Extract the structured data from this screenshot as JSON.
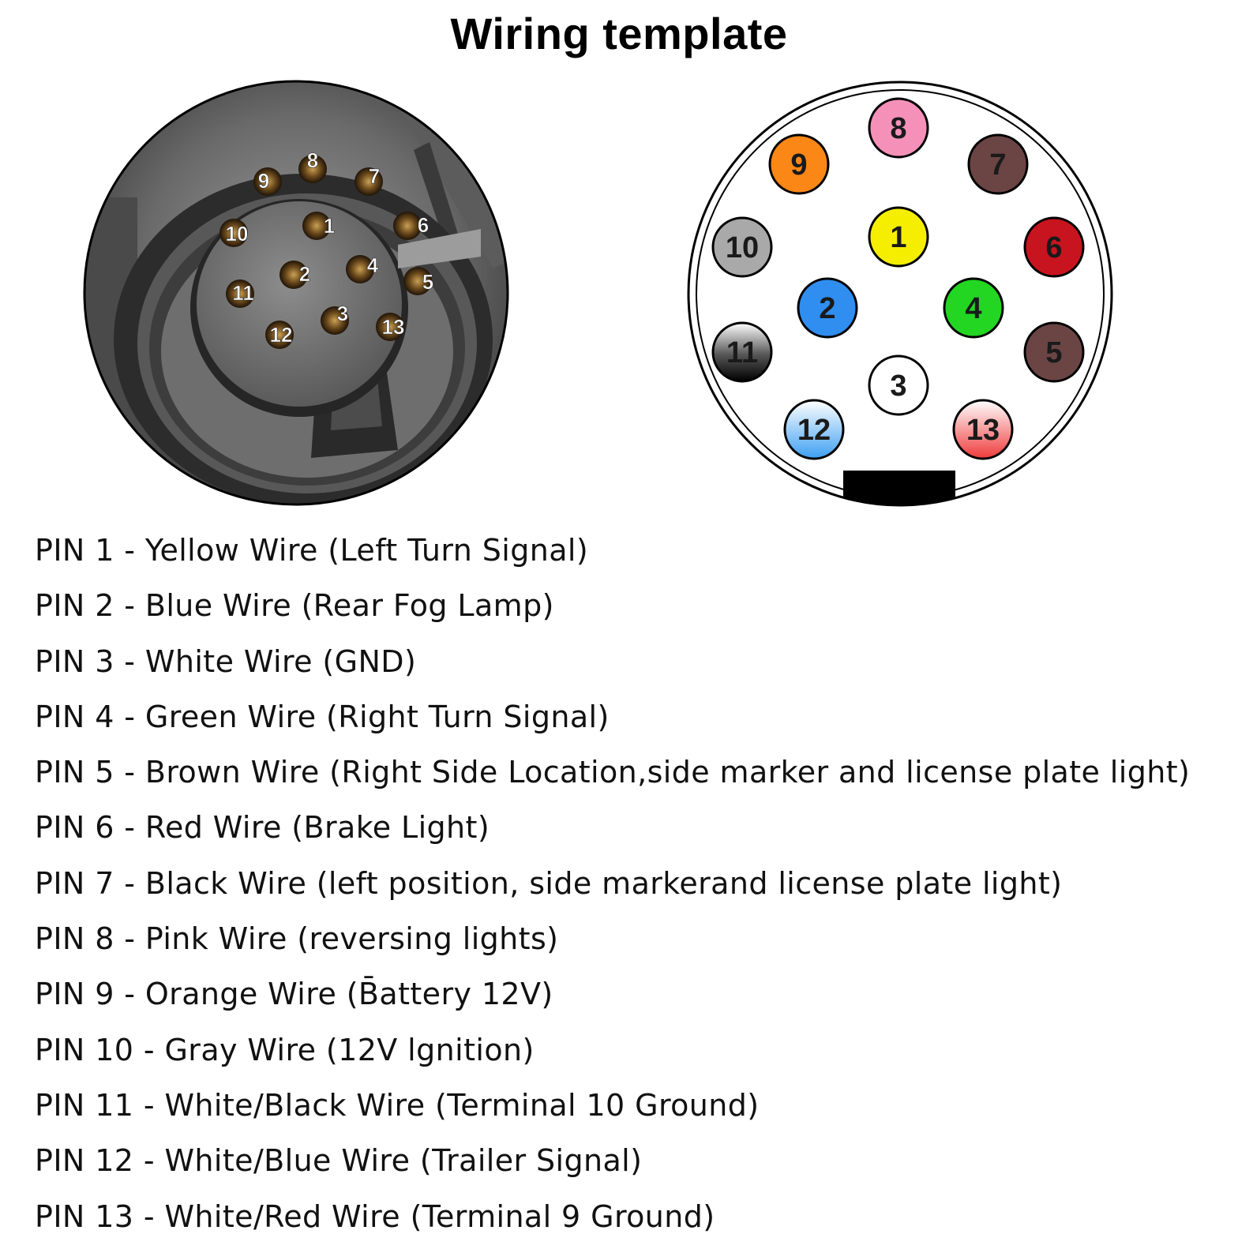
{
  "title": "Wiring template",
  "photo_labels": [
    "1",
    "2",
    "3",
    "4",
    "5",
    "6",
    "7",
    "8",
    "9",
    "10",
    "11",
    "12",
    "13"
  ],
  "pins": [
    {
      "num": "1",
      "color": "#f5ee00",
      "text": "PIN 1 - Yellow Wire (Left Turn Signal)"
    },
    {
      "num": "2",
      "color": "#2f8ef0",
      "text": "PIN 2 - Blue Wire (Rear Fog Lamp)"
    },
    {
      "num": "3",
      "color": "#ffffff",
      "text": "PIN 3 - White Wire (GND)"
    },
    {
      "num": "4",
      "color": "#22d622",
      "text": "PIN 4 - Green Wire (Right Turn Signal)"
    },
    {
      "num": "5",
      "color": "#6b4444",
      "text": "PIN 5 - Brown Wire (Right Side Location,side marker and license plate light)"
    },
    {
      "num": "6",
      "color": "#c8141e",
      "text": "PIN 6 - Red Wire (Brake Light)"
    },
    {
      "num": "7",
      "color": "#6b4444",
      "text": "PIN 7 - Black Wire (left position, side markerand license plate light)"
    },
    {
      "num": "8",
      "color": "#f591b8",
      "text": "PIN 8 - Pink Wire (reversing lights)"
    },
    {
      "num": "9",
      "color": "#fb8716",
      "text": "PIN 9 - Orange Wire (B̄attery 12V)"
    },
    {
      "num": "10",
      "color": "#a9a9a9",
      "text": "PIN 10 - Gray Wire (12V lgnition)"
    },
    {
      "num": "11",
      "color": "#1a1a1a",
      "text": "PIN 11 - White/Black Wire (Terminal 10 Ground)"
    },
    {
      "num": "12",
      "color": "#5aaaf5",
      "text": "PIN 12 - White/Blue Wire (Trailer Signal)"
    },
    {
      "num": "13",
      "color": "#f05a5a",
      "text": "PIN 13 - White/Red Wire (Terminal 9 Ground)"
    }
  ]
}
